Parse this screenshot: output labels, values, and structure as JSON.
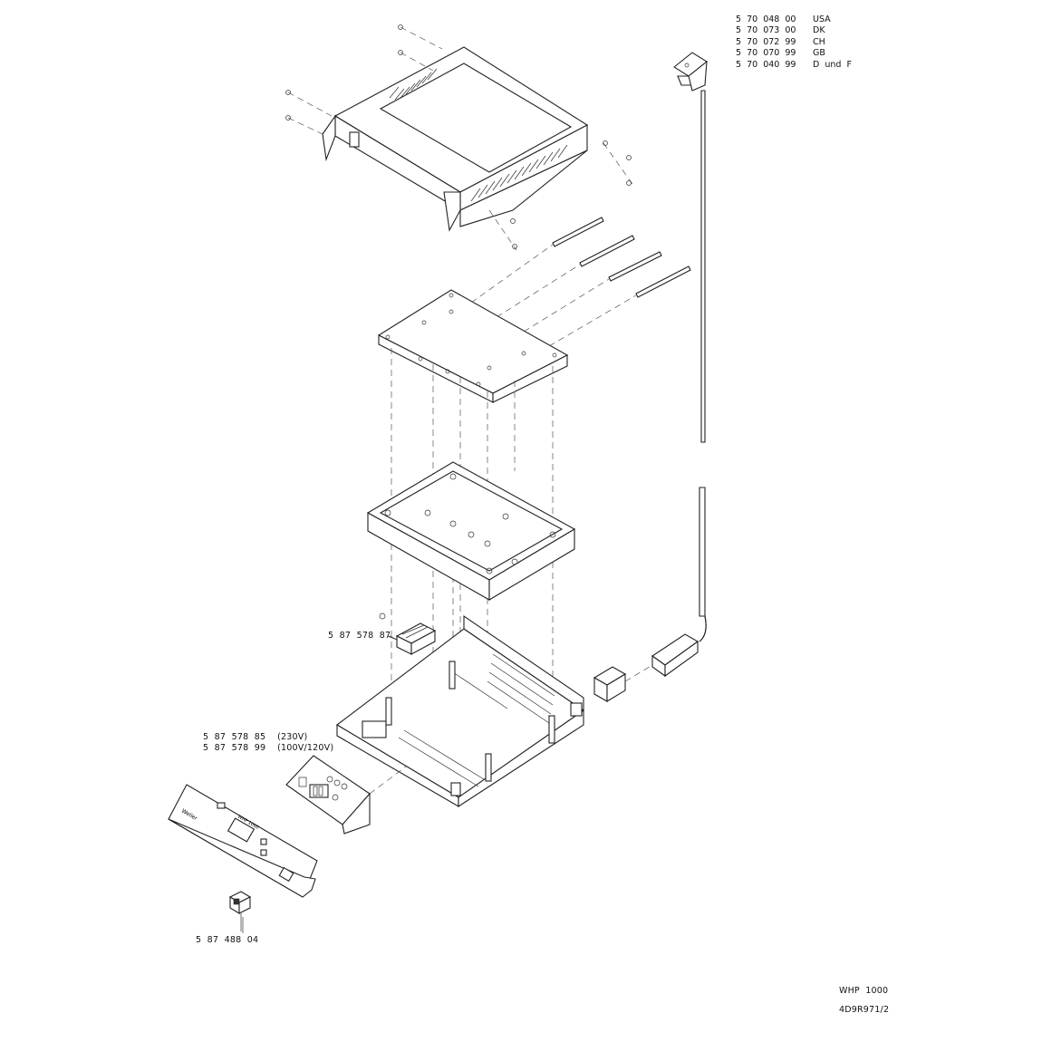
{
  "part_list": [
    {
      "number": "5  70  048  00",
      "country": "USA"
    },
    {
      "number": "5  70  073  00",
      "country": "DK"
    },
    {
      "number": "5  70  072  99",
      "country": "CH"
    },
    {
      "number": "5  70  070  99",
      "country": "GB"
    },
    {
      "number": "5  70  040  99",
      "country": "D  und  F"
    }
  ],
  "labels": {
    "relay": "5  87  578  87",
    "board_230": "5  87  578  85    (230V)",
    "board_100": "5  87  578  99    (100V/120V)",
    "switch": "5  87  488  04"
  },
  "title_block": {
    "model": "WHP  1000",
    "drawing_no": "4D9R971/2"
  }
}
